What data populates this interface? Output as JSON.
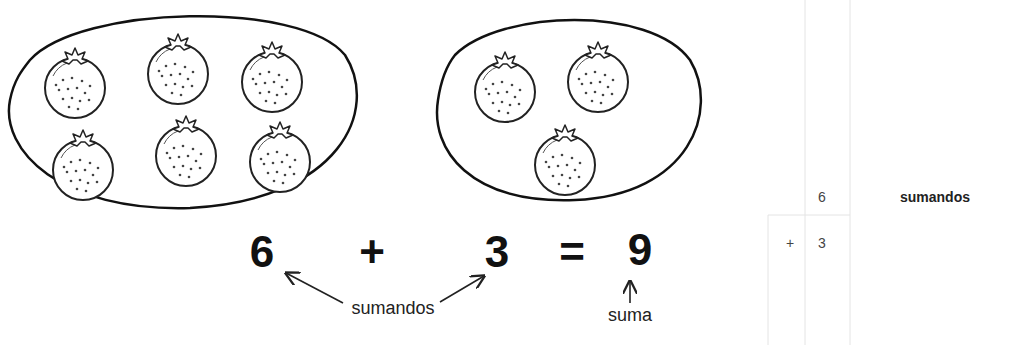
{
  "diagram": {
    "labels": [
      "6",
      "+",
      "3",
      "=",
      "9",
      "sumandos",
      "suma",
      "6",
      "sumandos",
      "+",
      "3"
    ]
  }
}
